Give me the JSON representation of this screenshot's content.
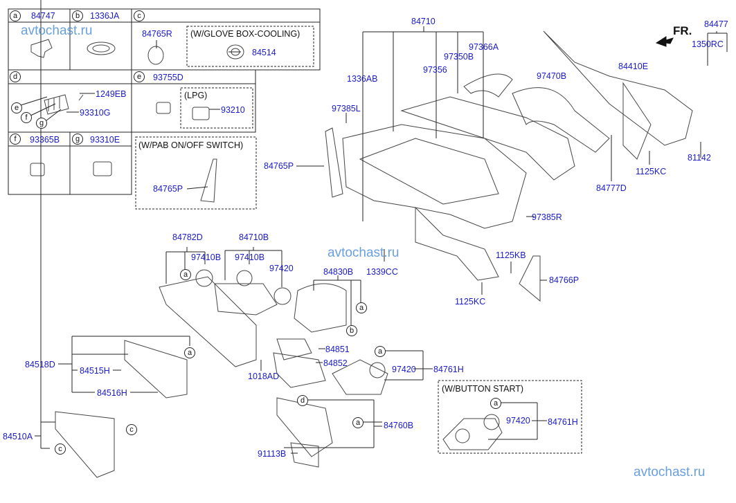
{
  "watermark": "avtochast.ru",
  "direction_marker": "FR.",
  "legend_boxes": [
    {
      "letter": "a",
      "part": "84747"
    },
    {
      "letter": "b",
      "part": "1336JA"
    },
    {
      "letter": "c",
      "part": "",
      "items": [
        "84765R",
        "84514"
      ],
      "note": "(W/GLOVE BOX-COOLING)"
    },
    {
      "letter": "d",
      "part": "",
      "items": [
        "1249EB",
        "93310G"
      ],
      "sub_refs": [
        "e",
        "f",
        "g"
      ]
    },
    {
      "letter": "e",
      "part": "93755D",
      "note": "(LPG)",
      "items": [
        "93210"
      ]
    },
    {
      "letter": "f",
      "part": "93365B"
    },
    {
      "letter": "g",
      "part": "93310E"
    }
  ],
  "pab_note": "(W/PAB ON/OFF SWITCH)",
  "pab_part": "84765P",
  "button_start_note": "(W/BUTTON START)",
  "parts": {
    "p84710": "84710",
    "p1336AB": "1336AB",
    "p97356": "97356",
    "p97350B": "97350B",
    "p97366A": "97366A",
    "p97385L": "97385L",
    "p84765P": "84765P",
    "p97470B": "97470B",
    "p84410E": "84410E",
    "p84477": "84477",
    "p1350RC": "1350RC",
    "p81142": "81142",
    "p1125KC_a": "1125KC",
    "p84777D": "84777D",
    "p97385R": "97385R",
    "p1339CC": "1339CC",
    "p1125KB": "1125KB",
    "p84766P": "84766P",
    "p1125KC_b": "1125KC",
    "p84782D": "84782D",
    "p97410B_a": "97410B",
    "p84710B": "84710B",
    "p97410B_b": "97410B",
    "p97420_a": "97420",
    "p84830B": "84830B",
    "p84851": "84851",
    "p84852": "84852",
    "p1018AD": "1018AD",
    "p97420_b": "97420",
    "p84761H_a": "84761H",
    "p84518D": "84518D",
    "p84515H": "84515H",
    "p84516H": "84516H",
    "p84510A": "84510A",
    "p84760B": "84760B",
    "p91113B": "91113B",
    "p97420_c": "97420",
    "p84761H_b": "84761H"
  },
  "ref_letters": {
    "a": "a",
    "b": "b",
    "c": "c",
    "d": "d",
    "e": "e",
    "f": "f",
    "g": "g"
  }
}
